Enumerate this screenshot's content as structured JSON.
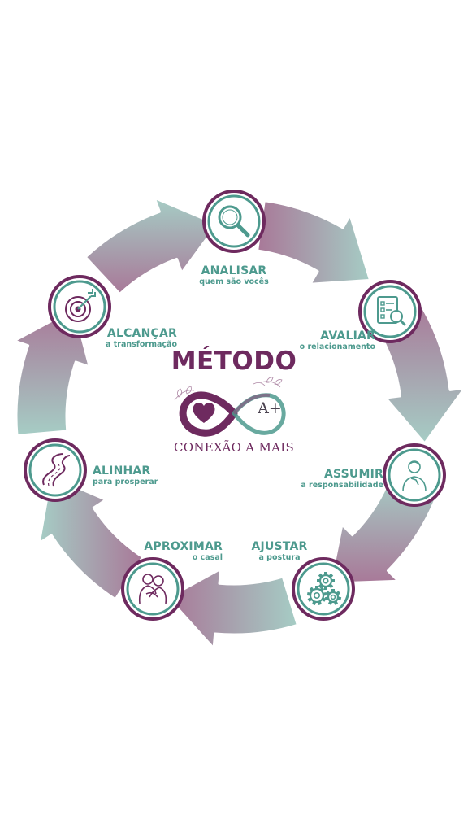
{
  "diagram": {
    "title": "MÉTODO",
    "brand": "CONEXÃO A MAIS",
    "logo_badge": "A+",
    "colors": {
      "purple": "#a87898",
      "purple_dark": "#6e2a5f",
      "teal": "#a6cdc5",
      "teal_dark": "#4d9a8e",
      "node_border_outer": "#6e2a5f",
      "node_border_inner": "#4d9a8e"
    },
    "steps": [
      {
        "title": "ANALISAR",
        "subtitle": "quem são vocês",
        "icon": "magnifier-icon"
      },
      {
        "title": "AVALIAR",
        "subtitle": "o relacionamento",
        "icon": "checklist-search-icon"
      },
      {
        "title": "ASSUMIR",
        "subtitle": "a responsabilidade",
        "icon": "person-hand-on-heart-icon"
      },
      {
        "title": "AJUSTAR",
        "subtitle": "a postura",
        "icon": "gears-icon"
      },
      {
        "title": "APROXIMAR",
        "subtitle": "o casal",
        "icon": "couple-embrace-icon"
      },
      {
        "title": "ALINHAR",
        "subtitle": "para prosperar",
        "icon": "winding-road-icon"
      },
      {
        "title": "ALCANÇAR",
        "subtitle": "a transformação",
        "icon": "target-arrow-icon"
      }
    ]
  }
}
